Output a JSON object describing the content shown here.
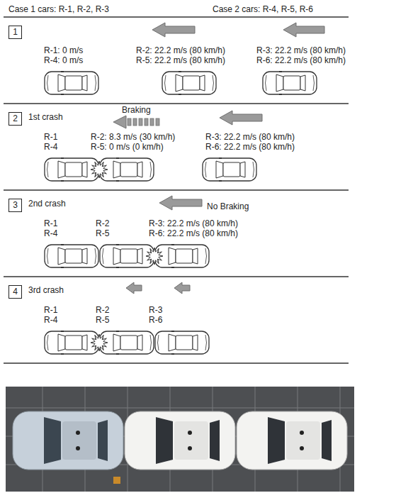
{
  "diagram": {
    "nodes": [
      {
        "text": [
          "1"
        ]
      },
      {
        "text": [
          "2"
        ]
      },
      {
        "text": [
          "3"
        ]
      },
      {
        "text": [
          "4"
        ]
      }
    ],
    "labels": [
      "Case 1 cars: R-1, R-2, R-3",
      "Case 2 cars: R-4, R-5, R-6",
      "R-1: 0 m/s",
      "R-4: 0 m/s",
      "R-2: 22.2 m/s (80 km/h)",
      "R-5: 22.2 m/s (80 km/h)",
      "R-3: 22.2 m/s (80 km/h)",
      "R-6: 22.2 m/s (80 km/h)",
      "1st crash",
      "Braking",
      "R-1",
      "R-4",
      "R-2: 8.3 m/s (30 km/h)",
      "R-5: 0 m/s (0 km/h)",
      "R-3: 22.2 m/s (80 km/h)",
      "R-6: 22.2 m/s (80 km/h)",
      "2nd crash",
      "No Braking",
      "R-1",
      "R-4",
      "R-2",
      "R-5",
      "R-3: 22.2 m/s (80 km/h)",
      "R-6: 22.2 m/s (80 km/h)",
      "3rd crash",
      "R-1",
      "R-4",
      "R-2",
      "R-5",
      "R-3",
      "R-6"
    ]
  }
}
